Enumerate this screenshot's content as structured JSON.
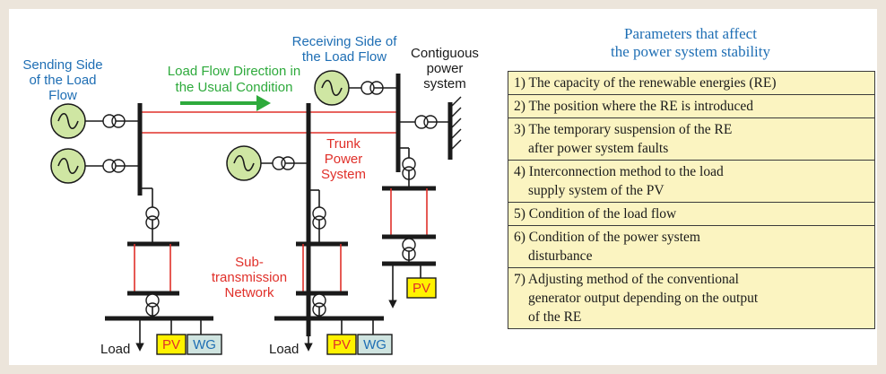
{
  "diagram": {
    "sending_side_label": [
      "Sending Side",
      "of the Load",
      "Flow"
    ],
    "receiving_side_label": [
      "Receiving Side of",
      "the Load Flow"
    ],
    "contiguous_label": [
      "Contiguous",
      "power",
      "system"
    ],
    "load_flow_direction_label": [
      "Load Flow Direction in",
      "the Usual Condition"
    ],
    "trunk_label": [
      "Trunk",
      "Power",
      "System"
    ],
    "subtransmission_label": [
      "Sub-",
      "transmission",
      "Network"
    ],
    "load_label": "Load",
    "pv_label": "PV",
    "wg_label": "WG"
  },
  "colors": {
    "generator_fill": "#cfe6a3",
    "trunk_line": "#e0302a",
    "blue_text": "#1e6eb4",
    "green_text": "#2eaa3c",
    "red_text": "#e0302a",
    "pv_fill": "#fff200",
    "pv_text": "#e0302a",
    "wg_fill": "#cfe4e0",
    "wg_text": "#1e6eb4",
    "param_fill": "#fbf4c1"
  },
  "parameters": {
    "title_lines": [
      "Parameters that affect",
      "the power system stability"
    ],
    "items": [
      [
        "1) The capacity of the renewable energies (RE)"
      ],
      [
        "2) The position where the RE is introduced"
      ],
      [
        "3) The temporary suspension of the RE",
        "after power system faults"
      ],
      [
        "4) Interconnection method to the load",
        "supply system of the PV"
      ],
      [
        "5) Condition of the load flow"
      ],
      [
        "6) Condition of the power system",
        "disturbance"
      ],
      [
        "7) Adjusting method of the conventional",
        "generator output depending on the output",
        "of the RE"
      ]
    ]
  }
}
